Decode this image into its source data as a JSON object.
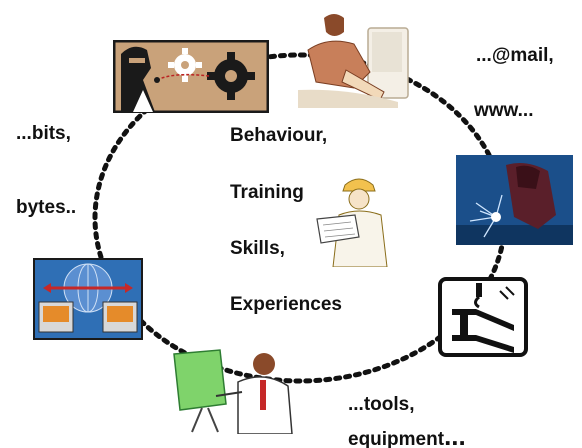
{
  "labels": {
    "mail": "...@mail,",
    "www": "www...",
    "bits": "...bits,",
    "bytes": "bytes..",
    "tools": "...tools,",
    "equipment": "equipment",
    "equipment_dots": "..."
  },
  "center_words": {
    "behaviour": "Behaviour,",
    "training": "Training",
    "skills": "Skills,",
    "experiences": "Experiences"
  },
  "colors": {
    "dots": "#111111",
    "gear_panel": "#c9a27a",
    "network_panel": "#2f6fb5",
    "welder_panel": "#1b4f8a",
    "beam_panel": "#ffffff",
    "chart_green": "#7fd36b"
  },
  "icons": [
    "gears-people-icon",
    "office-worker-computer-icon",
    "welder-sparks-icon",
    "steel-beam-crane-icon",
    "presenter-chart-icon",
    "network-computers-icon",
    "engineer-hardhat-icon"
  ]
}
